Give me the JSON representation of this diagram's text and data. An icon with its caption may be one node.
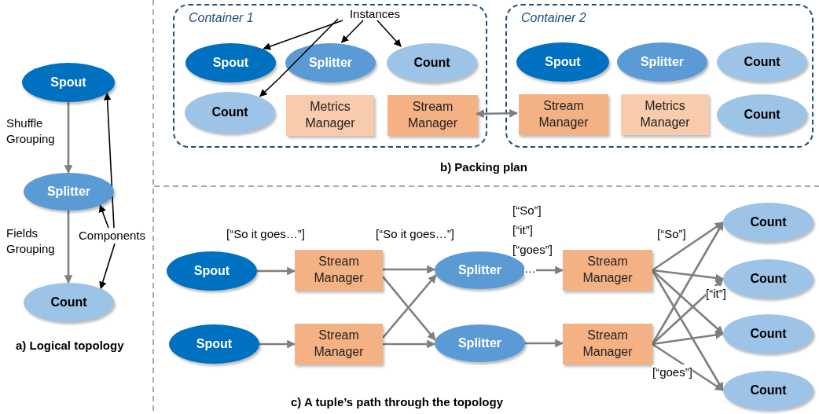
{
  "diagram": {
    "nodes": [
      {
        "text": [
          "Spout"
        ]
      },
      {
        "text": [
          "Splitter"
        ]
      },
      {
        "text": [
          "Count"
        ]
      },
      {
        "text": [
          "Components"
        ]
      },
      {
        "text": [
          "Container 1"
        ]
      },
      {
        "text": [
          "Instances"
        ],
        "in": 4
      },
      {
        "text": [
          "Spout"
        ],
        "in": 4
      },
      {
        "text": [
          "Splitter"
        ],
        "in": 4
      },
      {
        "text": [
          "Count"
        ],
        "in": 4
      },
      {
        "text": [
          "Count"
        ],
        "in": 4
      },
      {
        "text": [
          "Metrics Manager"
        ],
        "in": 4
      },
      {
        "text": [
          "Stream Manager"
        ],
        "in": 4
      },
      {
        "text": [
          "Container 2"
        ]
      },
      {
        "text": [
          "Spout"
        ],
        "in": 12
      },
      {
        "text": [
          "Splitter"
        ],
        "in": 12
      },
      {
        "text": [
          "Count"
        ],
        "in": 12
      },
      {
        "text": [
          "Stream Manager"
        ],
        "in": 12
      },
      {
        "text": [
          "Metrics Manager"
        ],
        "in": 12
      },
      {
        "text": [
          "Count"
        ],
        "in": 12
      },
      {
        "text": [
          "Spout"
        ]
      },
      {
        "text": [
          "Stream Manager"
        ]
      },
      {
        "text": [
          "Splitter"
        ]
      },
      {
        "text": [
          "Stream Manager"
        ]
      },
      {
        "text": [
          "Count"
        ]
      },
      {
        "text": [
          "Count"
        ]
      },
      {
        "text": [
          "Count"
        ]
      },
      {
        "text": [
          "Count"
        ]
      },
      {
        "text": [
          "Spout"
        ]
      },
      {
        "text": [
          "Stream Manager"
        ]
      },
      {
        "text": [
          "Splitter"
        ]
      },
      {
        "text": [
          "Stream Manager"
        ]
      }
    ],
    "edges": [
      {
        "from": 0,
        "to": 1,
        "arrow": "to",
        "label": "Shuffle Grouping"
      },
      {
        "from": 1,
        "to": 2,
        "arrow": "to",
        "label": "Fields Grouping"
      },
      {
        "from": 3,
        "to": 0,
        "arrow": "to",
        "color": "#000000"
      },
      {
        "from": 3,
        "to": 1,
        "arrow": "to",
        "color": "#000000"
      },
      {
        "from": 3,
        "to": 2,
        "arrow": "to",
        "color": "#000000"
      },
      {
        "from": 5,
        "to": 6,
        "arrow": "to",
        "color": "#000000"
      },
      {
        "from": 5,
        "to": 7,
        "arrow": "to",
        "color": "#000000"
      },
      {
        "from": 5,
        "to": 8,
        "arrow": "to",
        "color": "#000000"
      },
      {
        "from": 5,
        "to": 9,
        "arrow": "to",
        "color": "#000000"
      },
      {
        "from": 11,
        "to": 16,
        "arrow": "both"
      },
      {
        "from": 19,
        "to": 20,
        "arrow": "to",
        "label": "[“So it goes…”]"
      },
      {
        "from": 20,
        "to": 21,
        "arrow": "to",
        "label": "[“So it goes…”]"
      },
      {
        "from": 20,
        "to": 29,
        "arrow": "to"
      },
      {
        "from": 27,
        "to": 28,
        "arrow": "to"
      },
      {
        "from": 28,
        "to": 21,
        "arrow": "to"
      },
      {
        "from": 28,
        "to": 29,
        "arrow": "to"
      },
      {
        "from": 21,
        "to": 22,
        "arrow": "to",
        "label": "…"
      },
      {
        "from": 29,
        "to": 30,
        "arrow": "to"
      },
      {
        "from": 22,
        "to": 23,
        "arrow": "to",
        "label": "[“So”]"
      },
      {
        "from": 22,
        "to": 24,
        "arrow": "to"
      },
      {
        "from": 22,
        "to": 25,
        "arrow": "to"
      },
      {
        "from": 22,
        "to": 26,
        "arrow": "to"
      },
      {
        "from": 30,
        "to": 23,
        "arrow": "to"
      },
      {
        "from": 30,
        "to": 24,
        "arrow": "to",
        "label": "[“it”]"
      },
      {
        "from": 30,
        "to": 25,
        "arrow": "to"
      },
      {
        "from": 30,
        "to": 26,
        "arrow": "to",
        "label": "[“goes”]"
      }
    ],
    "labels": [
      "b) Packing plan",
      "[“So”]",
      "[“it”]",
      "[“goes”]",
      "a) Logical topology",
      "c) A tuple’s path through the topology"
    ]
  }
}
